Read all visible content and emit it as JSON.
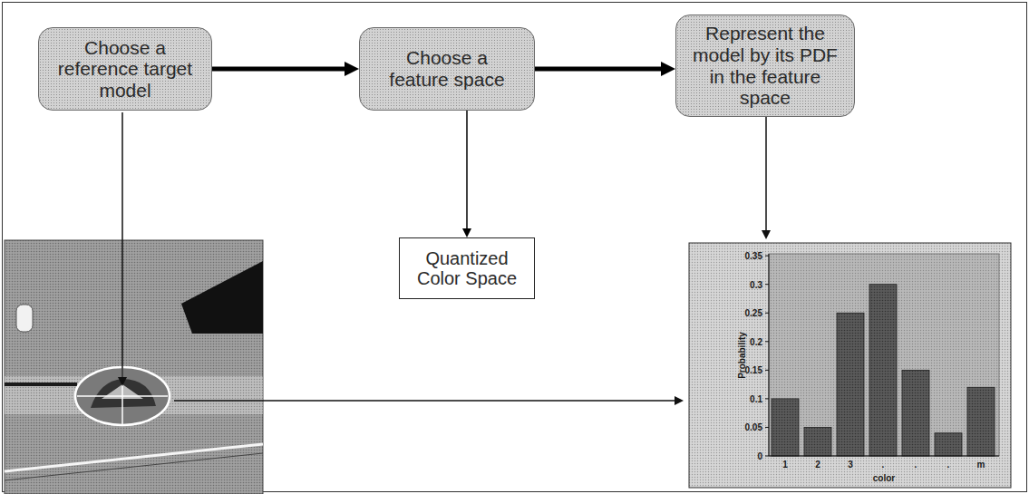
{
  "diagram": {
    "nodes": [
      {
        "text": [
          "Choose a reference target model"
        ]
      },
      {
        "text": [
          "Choose a feature space"
        ]
      },
      {
        "text": [
          "Represent the model by its PDF in the feature space"
        ]
      },
      {
        "text": [
          "Quantized Color Space"
        ]
      }
    ],
    "edges": [
      {
        "from": 0,
        "to": 1,
        "arrow": "to"
      },
      {
        "from": 1,
        "to": 2,
        "arrow": "to"
      },
      {
        "from": 1,
        "to": 3,
        "arrow": "to"
      }
    ],
    "labels": [
      "0.35",
      "0.3",
      "0.25",
      "0.2",
      "0.15",
      "0.1",
      "0.05",
      "0",
      "Probability",
      "1",
      "2",
      "3",
      ".",
      ".",
      ".",
      "m",
      "color"
    ]
  }
}
